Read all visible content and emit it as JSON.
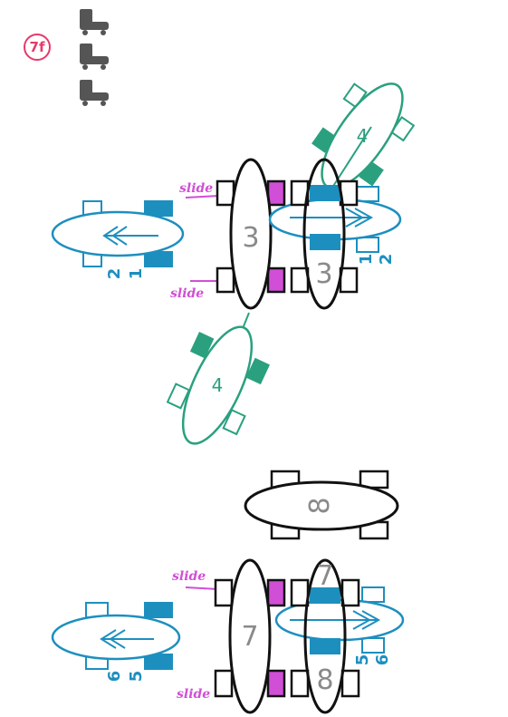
{
  "sheet_id": "7f",
  "labels": {
    "slide": "slide"
  },
  "boards": {
    "b1_blue_num_a": "2",
    "b1_blue_num_b": "1",
    "b2_black_num": "3",
    "b3_black_num": "3",
    "b3_blue_num_a": "1",
    "b3_blue_num_b": "2",
    "b4_green_top_num": "4",
    "b4_green_mid_num": "4",
    "b8_black_num": "8",
    "b5_blue_num_a": "6",
    "b5_blue_num_b": "5",
    "b6_black_num": "7",
    "b7_black_num_top": "7",
    "b7_black_num_bottom": "8",
    "b7_blue_num_a": "5",
    "b7_blue_num_b": "6"
  },
  "colors": {
    "black": "#111111",
    "blue": "#1d8fbf",
    "green": "#2aa07f",
    "magenta": "#d14fd6",
    "pink": "#e8386b",
    "gray": "#8a8a8a"
  }
}
